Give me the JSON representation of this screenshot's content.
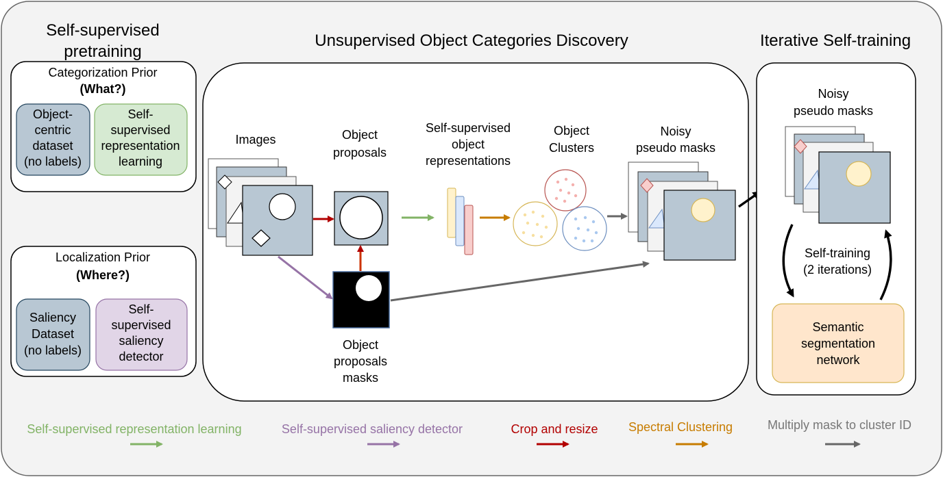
{
  "colors": {
    "panel_bg": "#f3f3f3",
    "green_box": "#d6ead2",
    "green_stroke": "#82b366",
    "blue_box": "#b8c7d3",
    "blue_stroke": "#23445d",
    "purple_box": "#e1d5e7",
    "purple_stroke": "#9673a6",
    "orange_box": "#ffe6cc",
    "orange_stroke": "#d6b656",
    "arrow_green": "#82b366",
    "arrow_purple": "#9673a6",
    "arrow_red": "#b20000",
    "arrow_orange": "#c77c00",
    "arrow_gray": "#666666"
  },
  "left": {
    "title": [
      "Self-supervised",
      "pretraining"
    ],
    "categorization": {
      "title": "Categorization Prior",
      "question": "(What?)",
      "dataset": [
        "Object-",
        "centric",
        "dataset",
        "(no labels)"
      ],
      "method": [
        "Self-",
        "supervised",
        "representation",
        "learning"
      ]
    },
    "localization": {
      "title": "Localization Prior",
      "question": "(Where?)",
      "dataset": [
        "Saliency",
        "Dataset",
        "(no labels)"
      ],
      "method": [
        "Self-",
        "supervised",
        "saliency",
        "detector"
      ]
    }
  },
  "middle": {
    "title": "Unsupervised Object Categories Discovery",
    "images": "Images",
    "proposals": [
      "Object",
      "proposals"
    ],
    "representations": [
      "Self-supervised",
      "object",
      "representations"
    ],
    "clusters": [
      "Object",
      "Clusters"
    ],
    "noisy": [
      "Noisy",
      "pseudo masks"
    ],
    "masks": [
      "Object",
      "proposals",
      "masks"
    ]
  },
  "right": {
    "title": "Iterative Self-training",
    "noisy": [
      "Noisy",
      "pseudo masks"
    ],
    "selftraining": [
      "Self-training",
      "(2 iterations)"
    ],
    "network": [
      "Semantic",
      "segmentation",
      "network"
    ]
  },
  "legend": {
    "representation": "Self-supervised representation learning",
    "saliency": "Self-supervised saliency detector",
    "crop": "Crop and resize",
    "spectral": "Spectral Clustering",
    "multiply": "Multiply mask to cluster ID"
  }
}
